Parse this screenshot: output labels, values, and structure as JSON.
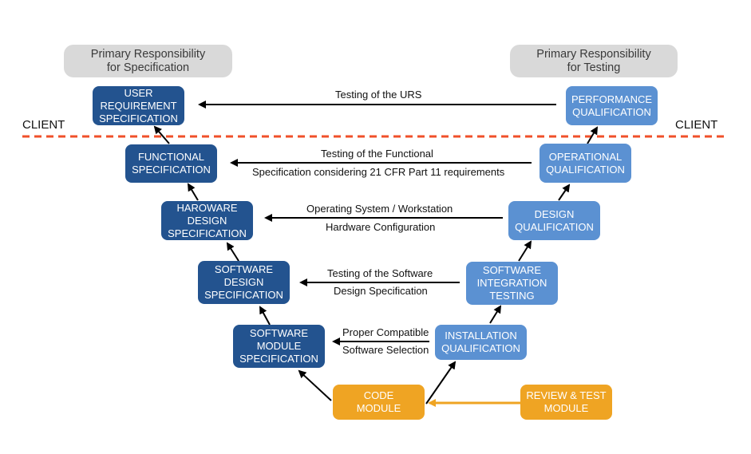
{
  "headers": {
    "specification": "Primary Responsibility\nfor Specification",
    "testing": "Primary Responsibility\nfor Testing"
  },
  "client_labels": {
    "left": "CLIENT",
    "right": "CLIENT"
  },
  "left_boxes": [
    {
      "id": "urs",
      "text": "USER\nREQUIREMENT\nSPECIFICATION"
    },
    {
      "id": "fs",
      "text": "FUNCTIONAL\nSPECIFICATION"
    },
    {
      "id": "hds",
      "text": "HAROWARE\nDESIGN\nSPECIFICATION"
    },
    {
      "id": "sds",
      "text": "SOFTWARE\nDESIGN\nSPECIFICATION"
    },
    {
      "id": "sms",
      "text": "SOFTWARE\nMODULE\nSPECIFICATION"
    }
  ],
  "right_boxes": [
    {
      "id": "pq",
      "text": "PERFORMANCE\nQUALIFICATION"
    },
    {
      "id": "oq",
      "text": "OPERATIONAL\nQUALIFICATION"
    },
    {
      "id": "dq",
      "text": "DESIGN\nQUALIFICATION"
    },
    {
      "id": "sit",
      "text": "SOFTWARE\nINTEGRATION\nTESTING"
    },
    {
      "id": "iq",
      "text": "INSTALLATION\nQUALIFICATION"
    }
  ],
  "bottom_boxes": {
    "code": "CODE\nMODULE",
    "review": "REVIEW & TEST\nMODULE"
  },
  "arrow_labels": [
    {
      "top": "Testing of the URS",
      "bottom": ""
    },
    {
      "top": "Testing of the Functional",
      "bottom": "Specification considering 21 CFR Part 11 requirements"
    },
    {
      "top": "Operating System / Workstation",
      "bottom": "Hardware Configuration"
    },
    {
      "top": "Testing of the Software",
      "bottom": "Design Specification"
    },
    {
      "top": "Proper Compatible",
      "bottom": "Software Selection"
    }
  ],
  "colors": {
    "specification_box": "#23538f",
    "testing_box": "#5b91d2",
    "module_box": "#efa423",
    "header_box": "#d9d9d9",
    "client_divider": "#f0502a"
  }
}
